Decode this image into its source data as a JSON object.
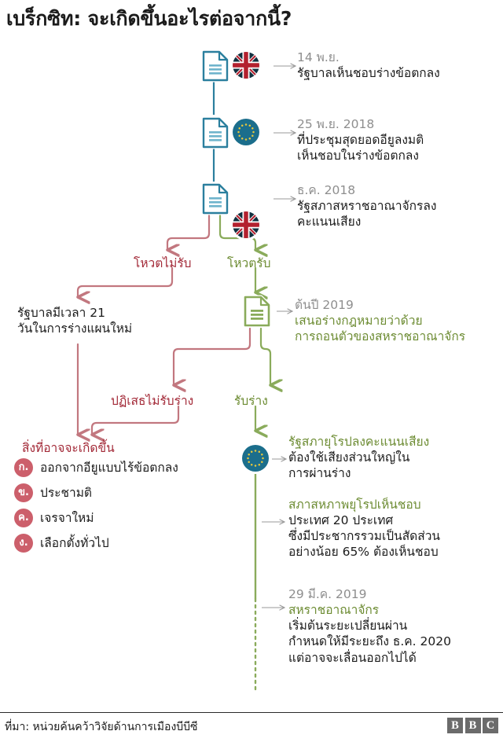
{
  "title": "เบร็กซิท: จะเกิดขึ้นอะไรต่อจากนี้?",
  "colors": {
    "blue": "#2b7f9e",
    "blue_dark": "#1b6e8c",
    "green": "#8aab5b",
    "green_text": "#6d8c33",
    "red": "#c2777f",
    "red_text": "#9c2033",
    "badge_red": "#cc5f6b",
    "gray_arrow": "#9a9a9a",
    "date_gray": "#8e8e8e",
    "text_dark": "#1b1b1b"
  },
  "timeline": [
    {
      "icon": "document-icon",
      "flag": "uk-flag-icon",
      "date": "14 พ.ย.",
      "lines": [
        "รัฐบาลเห็นชอบร่างข้อตกลง"
      ]
    },
    {
      "icon": "document-icon",
      "flag": "eu-flag-icon",
      "date": "25 พ.ย. 2018",
      "lines": [
        "ที่ประชุมสุดยอดอียูลงมติ",
        "เห็นชอบในร่างข้อตกลง"
      ]
    },
    {
      "icon": "document-icon",
      "flag": "uk-flag-icon",
      "date": "ธ.ค. 2018",
      "lines": [
        "รัฐสภาสหราชอาณาจักรลง",
        "คะแนนเสียง"
      ]
    }
  ],
  "branch_labels": {
    "vote_no": "โหวตไม่รับ",
    "vote_yes": "โหวตรับ",
    "reject_bill": "ปฏิเสธไม่รับร่าง",
    "accept_bill": "รับร่าง"
  },
  "left_branch": {
    "note_lines": [
      "รัฐบาลมีเวลา 21",
      "วันในการร่างแผนใหม่"
    ],
    "outcomes_heading": "สิ่งที่อาจจะเกิดขึ้น",
    "options": [
      {
        "letter": "ก.",
        "text": "ออกจากอียูแบบไร้ข้อตกลง"
      },
      {
        "letter": "ข.",
        "text": "ประชามติ"
      },
      {
        "letter": "ค.",
        "text": "เจรจาใหม่"
      },
      {
        "letter": "ง.",
        "text": "เลือกตั้งทั่วไป"
      }
    ]
  },
  "right_branch": {
    "bill_node": {
      "icon": "document-icon-green",
      "date": "ต้นปี  2019",
      "lines": [
        "เสนอร่างกฎหมายว่าด้วย",
        "การถอนตัวของสหราชอาณาจักร"
      ]
    },
    "eu_vote_node": {
      "icon": "eu-flag-icon",
      "heading": "รัฐสภายุโรปลงคะแนนเสียง",
      "lines": [
        "ต้องใช้เสียงส่วนใหญ่ใน",
        "การผ่านร่าง"
      ]
    },
    "council_node": {
      "heading": "สภาสหภาพยุโรปเห็นชอบ",
      "lines": [
        "ประเทศ 20 ประเทศ",
        "ซึ่งมีประชากรรวมเป็นสัดส่วน",
        "อย่างน้อย 65% ต้องเห็นชอบ"
      ]
    },
    "transition_node": {
      "date": "29 มี.ค. 2019",
      "heading": "สหราชอาณาจักร",
      "lines": [
        "เริ่มต้นระยะเปลี่ยนผ่าน",
        "กำหนดให้มีระยะถึง ธ.ค. 2020",
        "แต่อาจจะเลื่อนออกไปได้"
      ]
    }
  },
  "footer": {
    "source": "ที่มา: หน่วยค้นคว้าวิจัยด้านการเมืองบีบีซี",
    "logo": [
      "B",
      "B",
      "C"
    ]
  }
}
